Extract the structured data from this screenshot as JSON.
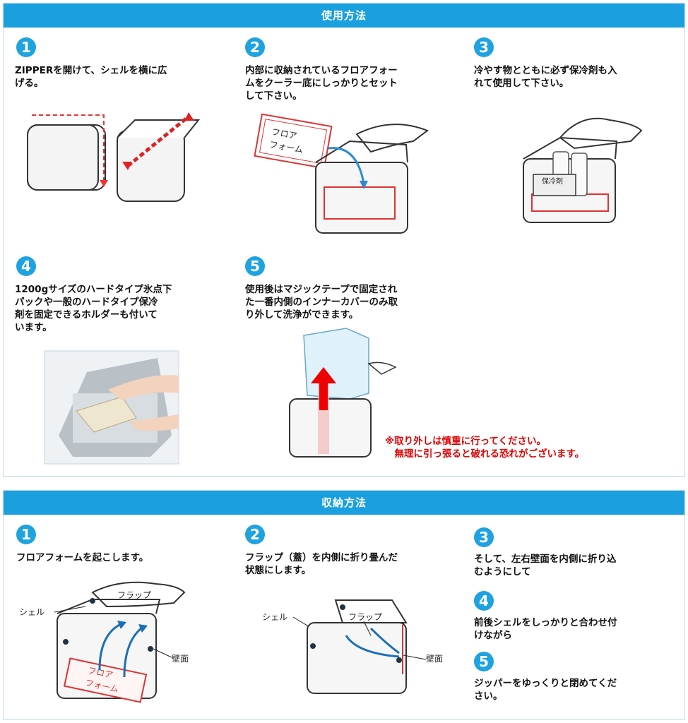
{
  "usage": {
    "title": "使用方法",
    "steps": [
      {
        "num": "1",
        "text": "ZIPPERを開けて、シェルを横に広\nげる。"
      },
      {
        "num": "2",
        "text": "内部に収納されているフロアフォー\nムをクーラー底にしっかりとセット\nして下さい。"
      },
      {
        "num": "3",
        "text": "冷やす物とともに必ず保冷剤も入\nれて使用して下さい。"
      },
      {
        "num": "4",
        "text": "1200gサイズのハードタイプ氷点下\nパックや一般のハードタイプ保冷\n剤を固定できるホルダーも付いて\nいます。"
      },
      {
        "num": "5",
        "text": "使用後はマジックテープで固定され\nた一番内側のインナーカバーのみ取\nり外して洗浄ができます。"
      }
    ],
    "floor_foam_label_1": "フロア",
    "floor_foam_label_2": "フォーム",
    "icepack_label": "保冷剤",
    "warning": "※取り外しは慎重に行ってください。\n　無理に引っ張ると破れる恐れがございます。"
  },
  "storage": {
    "title": "収納方法",
    "steps": [
      {
        "num": "1",
        "text": "フロアフォームを起こします。"
      },
      {
        "num": "2",
        "text": "フラップ（蓋）を内側に折り畳んだ\n状態にします。"
      },
      {
        "num": "3",
        "text": "そして、左右壁面を内側に折り込\nむようにして"
      },
      {
        "num": "4",
        "text": "前後シェルをしっかりと合わせ付\nけながら"
      },
      {
        "num": "5",
        "text": "ジッパーをゆっくりと閉めてくだ\nさい。"
      }
    ],
    "labels": {
      "flap": "フラップ",
      "shell": "シェル",
      "wall": "壁面",
      "floor_1": "フロア",
      "floor_2": "フォーム"
    }
  },
  "colors": {
    "banner": "#1aa0de",
    "step_circle": "#1ea2e0",
    "accent_red": "#e00000"
  }
}
